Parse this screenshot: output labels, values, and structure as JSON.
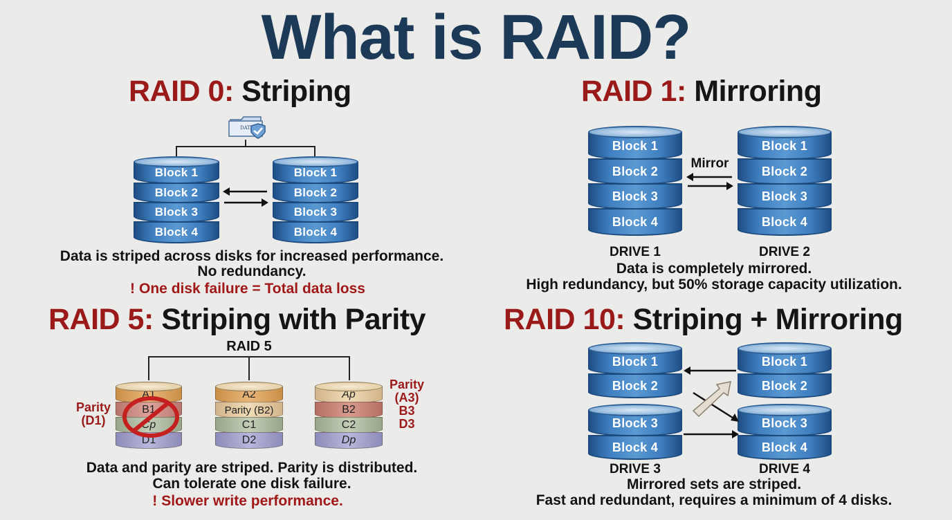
{
  "title": "What is RAID?",
  "raid0": {
    "prefix": "RAID 0:",
    "name": "Striping",
    "data_icon_label": "DATA",
    "drive_a_blocks": [
      "Block 1",
      "Block 2",
      "Block 3",
      "Block 4"
    ],
    "drive_b_blocks": [
      "Block 1",
      "Block 2",
      "Block 3",
      "Block 4"
    ],
    "desc_line1": "Data is striped across disks for increased performance.",
    "desc_line2": "No redundancy.",
    "warning": "One disk failure = Total data loss",
    "warning_icon": "!"
  },
  "raid1": {
    "prefix": "RAID 1:",
    "name": "Mirroring",
    "mirror_label": "Mirror",
    "drive1_blocks": [
      "Block 1",
      "Block 2",
      "Block 3",
      "Block 4"
    ],
    "drive2_blocks": [
      "Block 1",
      "Block 2",
      "Block 3",
      "Block 4"
    ],
    "drive1_label": "DRIVE 1",
    "drive2_label": "DRIVE 2",
    "desc_line1": "Data is completely mirrored.",
    "desc_line2": "High redundancy, but 50% storage capacity utilization."
  },
  "raid5": {
    "prefix": "RAID 5:",
    "name": "Striping with Parity",
    "diagram_label": "RAID 5",
    "disk1": [
      "A1",
      "B1",
      "Cp",
      "D1"
    ],
    "disk2": [
      "A2",
      "Parity (B2)",
      "C1",
      "D2"
    ],
    "disk3": [
      "Ap",
      "B2",
      "C2",
      "Dp"
    ],
    "left_label_line1": "Parity",
    "left_label_line2": "(D1)",
    "right_labels": [
      "Parity",
      "(A3)",
      "B3",
      "D3"
    ],
    "desc_line1": "Data and parity are striped. Parity is distributed.",
    "desc_line2": "Can tolerate one disk failure.",
    "warning": "Slower write performance.",
    "warning_icon": "!",
    "colors": {
      "failed_marker": "#c42020"
    }
  },
  "raid10": {
    "prefix": "RAID 10:",
    "name": "Striping + Mirroring",
    "top_left_blocks": [
      "Block 1",
      "Block 2"
    ],
    "bottom_left_blocks": [
      "Block 3",
      "Block 4"
    ],
    "top_right_blocks": [
      "Block 1",
      "Block 2"
    ],
    "bottom_right_blocks": [
      "Block 3",
      "Block 4"
    ],
    "drive3_label": "DRIVE 3",
    "drive4_label": "DRIVE 4",
    "desc_line1": "Mirrored sets are striped.",
    "desc_line2": "Fast and redundant, requires a minimum of 4 disks."
  },
  "colors": {
    "title": "#1c3a58",
    "accent_red": "#9a1a1a",
    "disk_blue": "#3f7fc0",
    "background": "#ebebe9"
  }
}
